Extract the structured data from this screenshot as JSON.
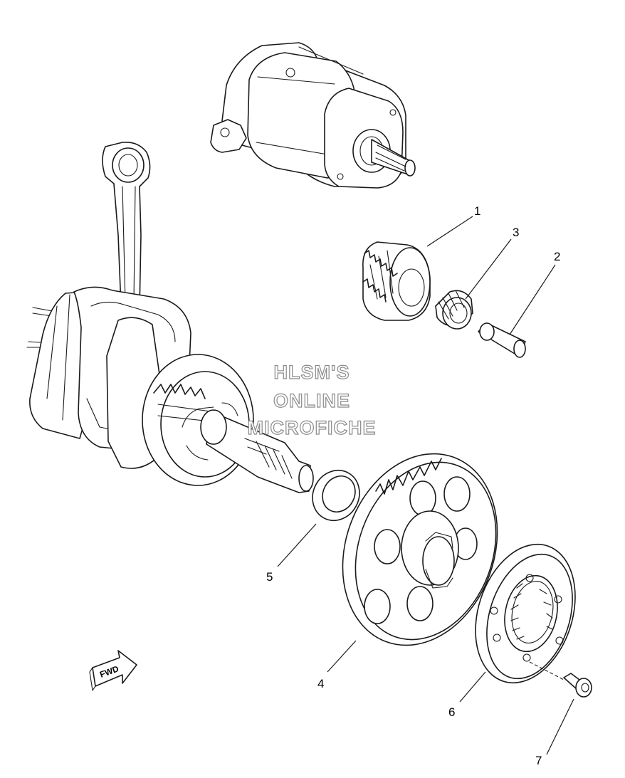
{
  "watermark": {
    "line1": "HLSM'S",
    "line2": "ONLINE",
    "line3": "MICROFICHE"
  },
  "direction_badge": {
    "label": "FWD"
  },
  "callouts": [
    {
      "id": "1",
      "label": "1"
    },
    {
      "id": "2",
      "label": "2"
    },
    {
      "id": "3",
      "label": "3"
    },
    {
      "id": "4",
      "label": "4"
    },
    {
      "id": "5",
      "label": "5"
    },
    {
      "id": "6",
      "label": "6"
    },
    {
      "id": "7",
      "label": "7"
    }
  ]
}
